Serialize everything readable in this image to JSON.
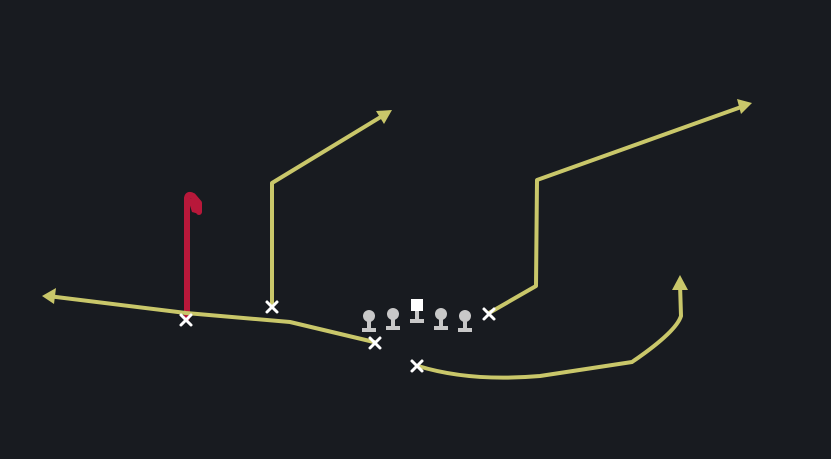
{
  "diagram": {
    "type": "football-play",
    "colors": {
      "background": "#181b20",
      "route": "#c9c76a",
      "highlight_route": "#b8183a",
      "player_marker": "#ffffff",
      "lineman": "#c8c8c8"
    },
    "players": [
      {
        "id": "x-far-left",
        "symbol": "x-icon",
        "route_color": "highlight_route"
      },
      {
        "id": "x-slot-left",
        "symbol": "x-icon",
        "route_color": "route"
      },
      {
        "id": "x-back-left",
        "symbol": "x-icon",
        "route_color": "route"
      },
      {
        "id": "x-back-center",
        "symbol": "x-icon",
        "route_color": "route"
      },
      {
        "id": "x-right",
        "symbol": "x-icon",
        "route_color": "route"
      }
    ],
    "linemen": [
      {
        "id": "lt",
        "symbol": "lineman-icon"
      },
      {
        "id": "lg",
        "symbol": "lineman-icon"
      },
      {
        "id": "c",
        "symbol": "center-icon"
      },
      {
        "id": "rg",
        "symbol": "lineman-icon"
      },
      {
        "id": "rt",
        "symbol": "lineman-icon"
      }
    ]
  }
}
